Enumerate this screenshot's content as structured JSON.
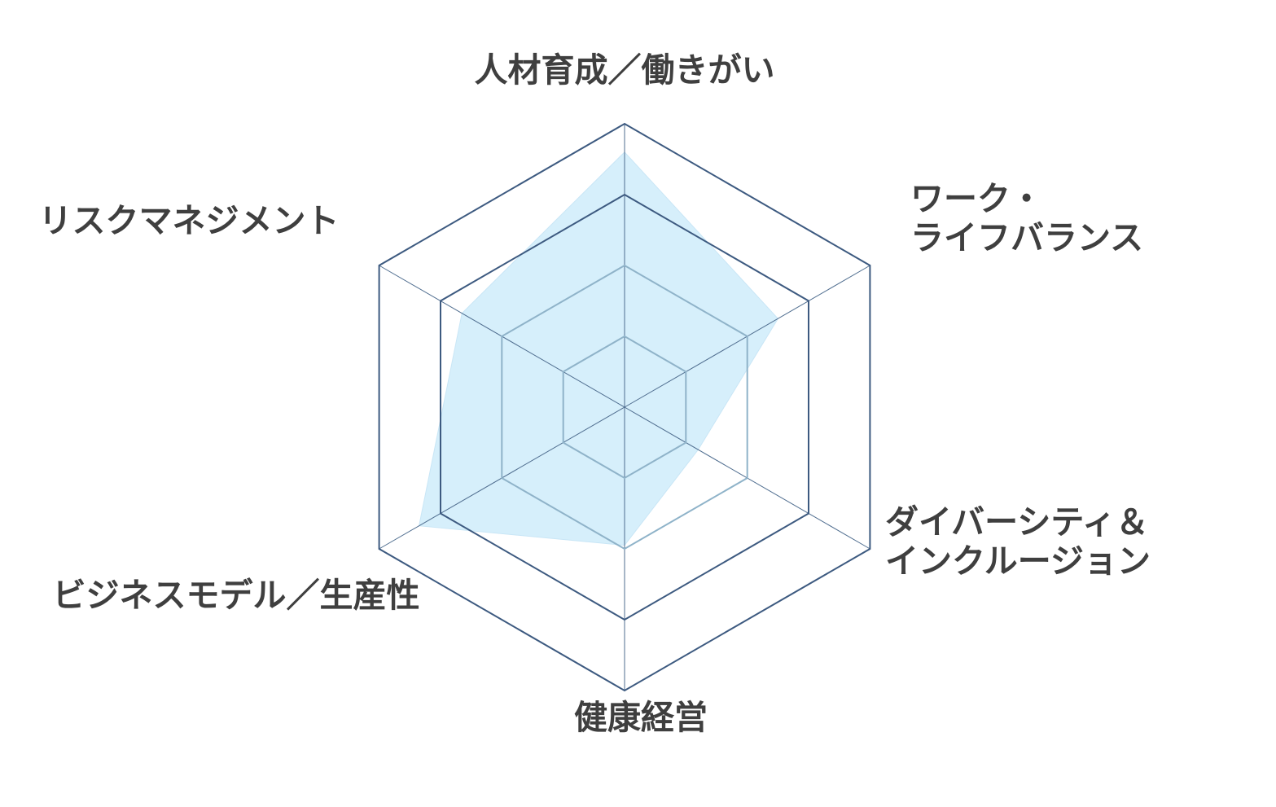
{
  "chart_data": {
    "type": "radar",
    "title": "",
    "axes": [
      {
        "label_lines": [
          "人材育成／働きがい"
        ]
      },
      {
        "label_lines": [
          "ワーク・",
          "ライフバランス"
        ]
      },
      {
        "label_lines": [
          "ダイバーシティ＆",
          "インクルージョン"
        ]
      },
      {
        "label_lines": [
          "健康経営"
        ]
      },
      {
        "label_lines": [
          "ビジネスモデル／生産性"
        ]
      },
      {
        "label_lines": [
          "リスクマネジメント"
        ]
      }
    ],
    "range": [
      0,
      4
    ],
    "rings": 4,
    "series": [
      {
        "values": [
          3.6,
          2.5,
          1.2,
          1.95,
          3.35,
          2.65
        ]
      }
    ],
    "colors": {
      "fill": "#d6effb",
      "fill_stroke": "#c9e6f6",
      "grid_outer": "#3d5a80",
      "grid_inner": "#8fb3c9",
      "spoke": "#4f6d8f",
      "label": "#3f3f3f"
    }
  }
}
